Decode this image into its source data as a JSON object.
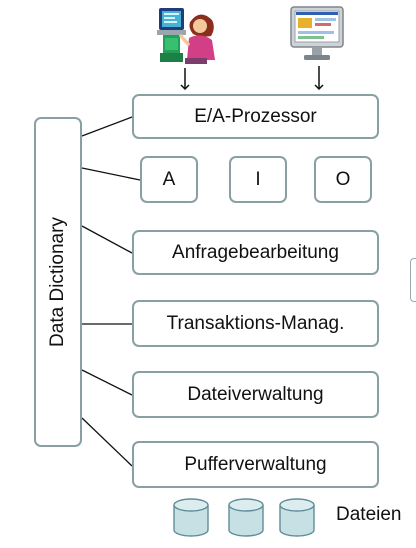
{
  "diagram": {
    "dictionary_label": "Data Dictionary",
    "io_processor": "E/A-Prozessor",
    "interfaces": [
      "A",
      "I",
      "O"
    ],
    "layers": [
      "Anfragebearbeitung",
      "Transaktions-Manag.",
      "Dateiverwaltung",
      "Pufferverwaltung"
    ],
    "files_label": "Dateien",
    "icons": {
      "user": "person-at-computer-icon",
      "terminal": "monitor-screen-icon",
      "storage": "database-cylinder-icon"
    },
    "colors": {
      "box_border": "#8a9fa4",
      "cylinder_fill": "#c7e0e4",
      "cylinder_stroke": "#5f8d97",
      "text": "#111111"
    }
  }
}
